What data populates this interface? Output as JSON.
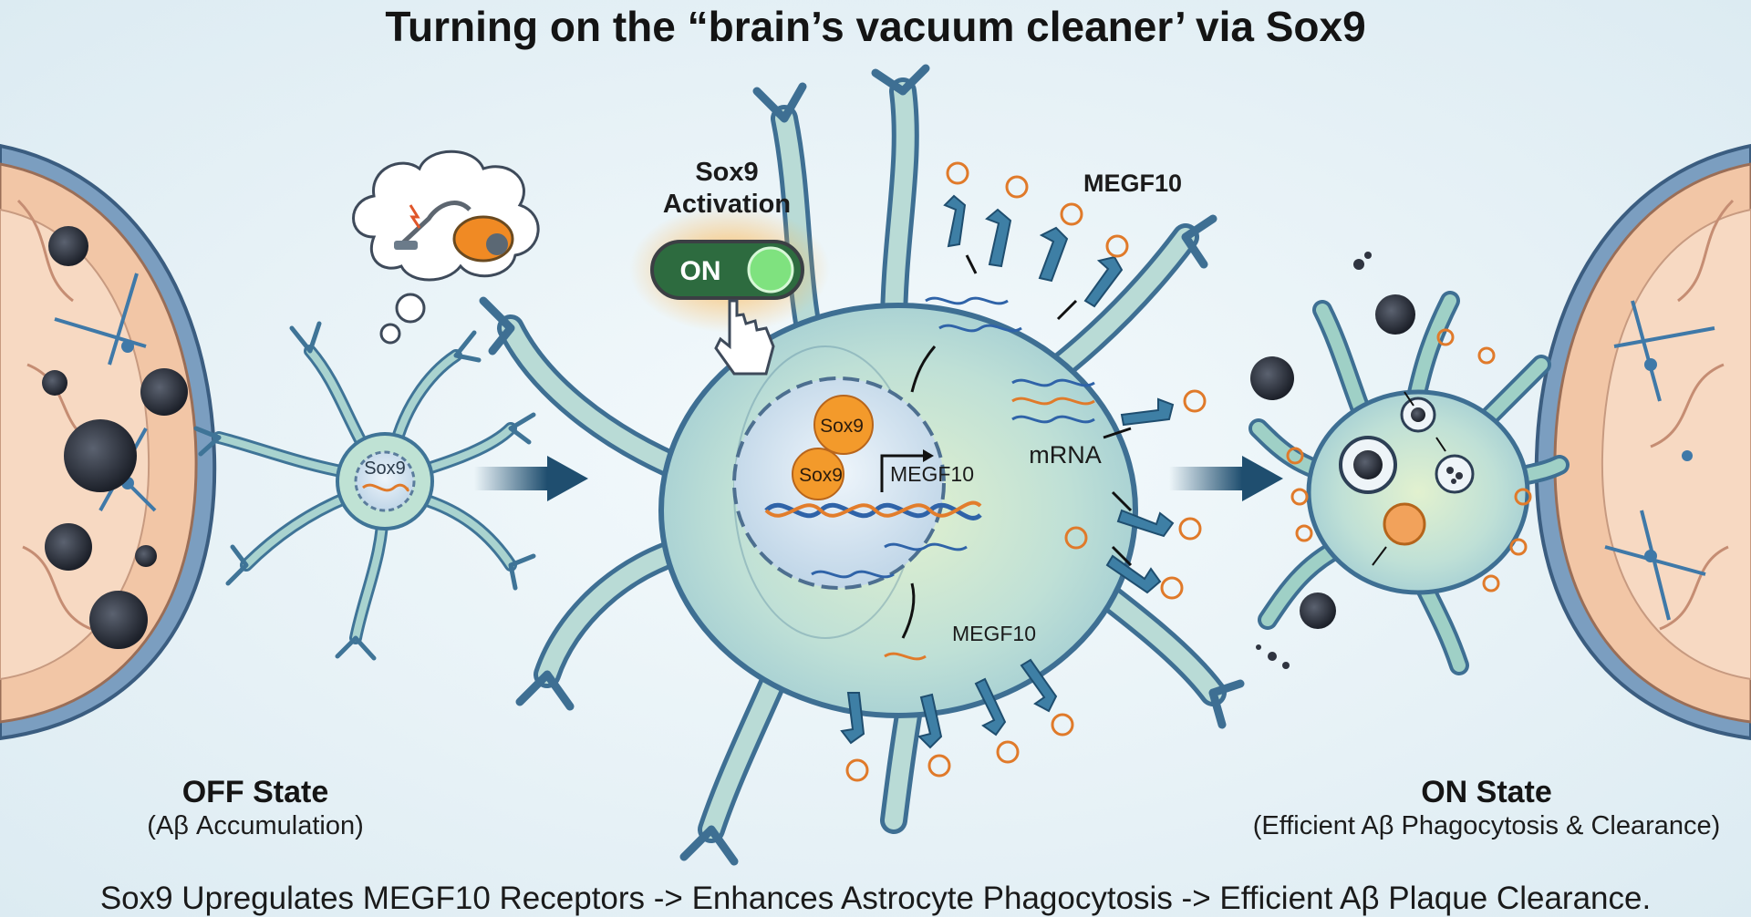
{
  "title": "Turning on the “brain’s vacuum cleaner’ via Sox9",
  "footer": "Sox9 Upregulates MEGF10 Receptors -> Enhances Astrocyte Phagocytosis -> Efficient Aβ Plaque Clearance.",
  "off_state": {
    "title": "OFF State",
    "subtitle": "(Aβ Accumulation)"
  },
  "on_state": {
    "title": "ON State",
    "subtitle": "(Efficient Aβ Phagocytosis & Clearance)"
  },
  "small_astrocyte": {
    "nucleus_label": "Sox9"
  },
  "activation": {
    "label_line1": "Sox9",
    "label_line2": "Activation",
    "switch_label": "ON"
  },
  "central_cell": {
    "protein_label_1": "Sox9",
    "protein_label_2": "Sox9",
    "gene_label": "MEGF10",
    "mrna_label": "mRNA",
    "receptor_label_top": "MEGF10",
    "receptor_label_bottom": "MEGF10"
  },
  "colors": {
    "cell_fill": "#b9dbd6",
    "cell_stroke": "#3e6f93",
    "protein": "#f39a2b",
    "arrow": "#1f4e6f",
    "brain_tissue": "#f2c6a6",
    "plaque": "#2f3440"
  }
}
